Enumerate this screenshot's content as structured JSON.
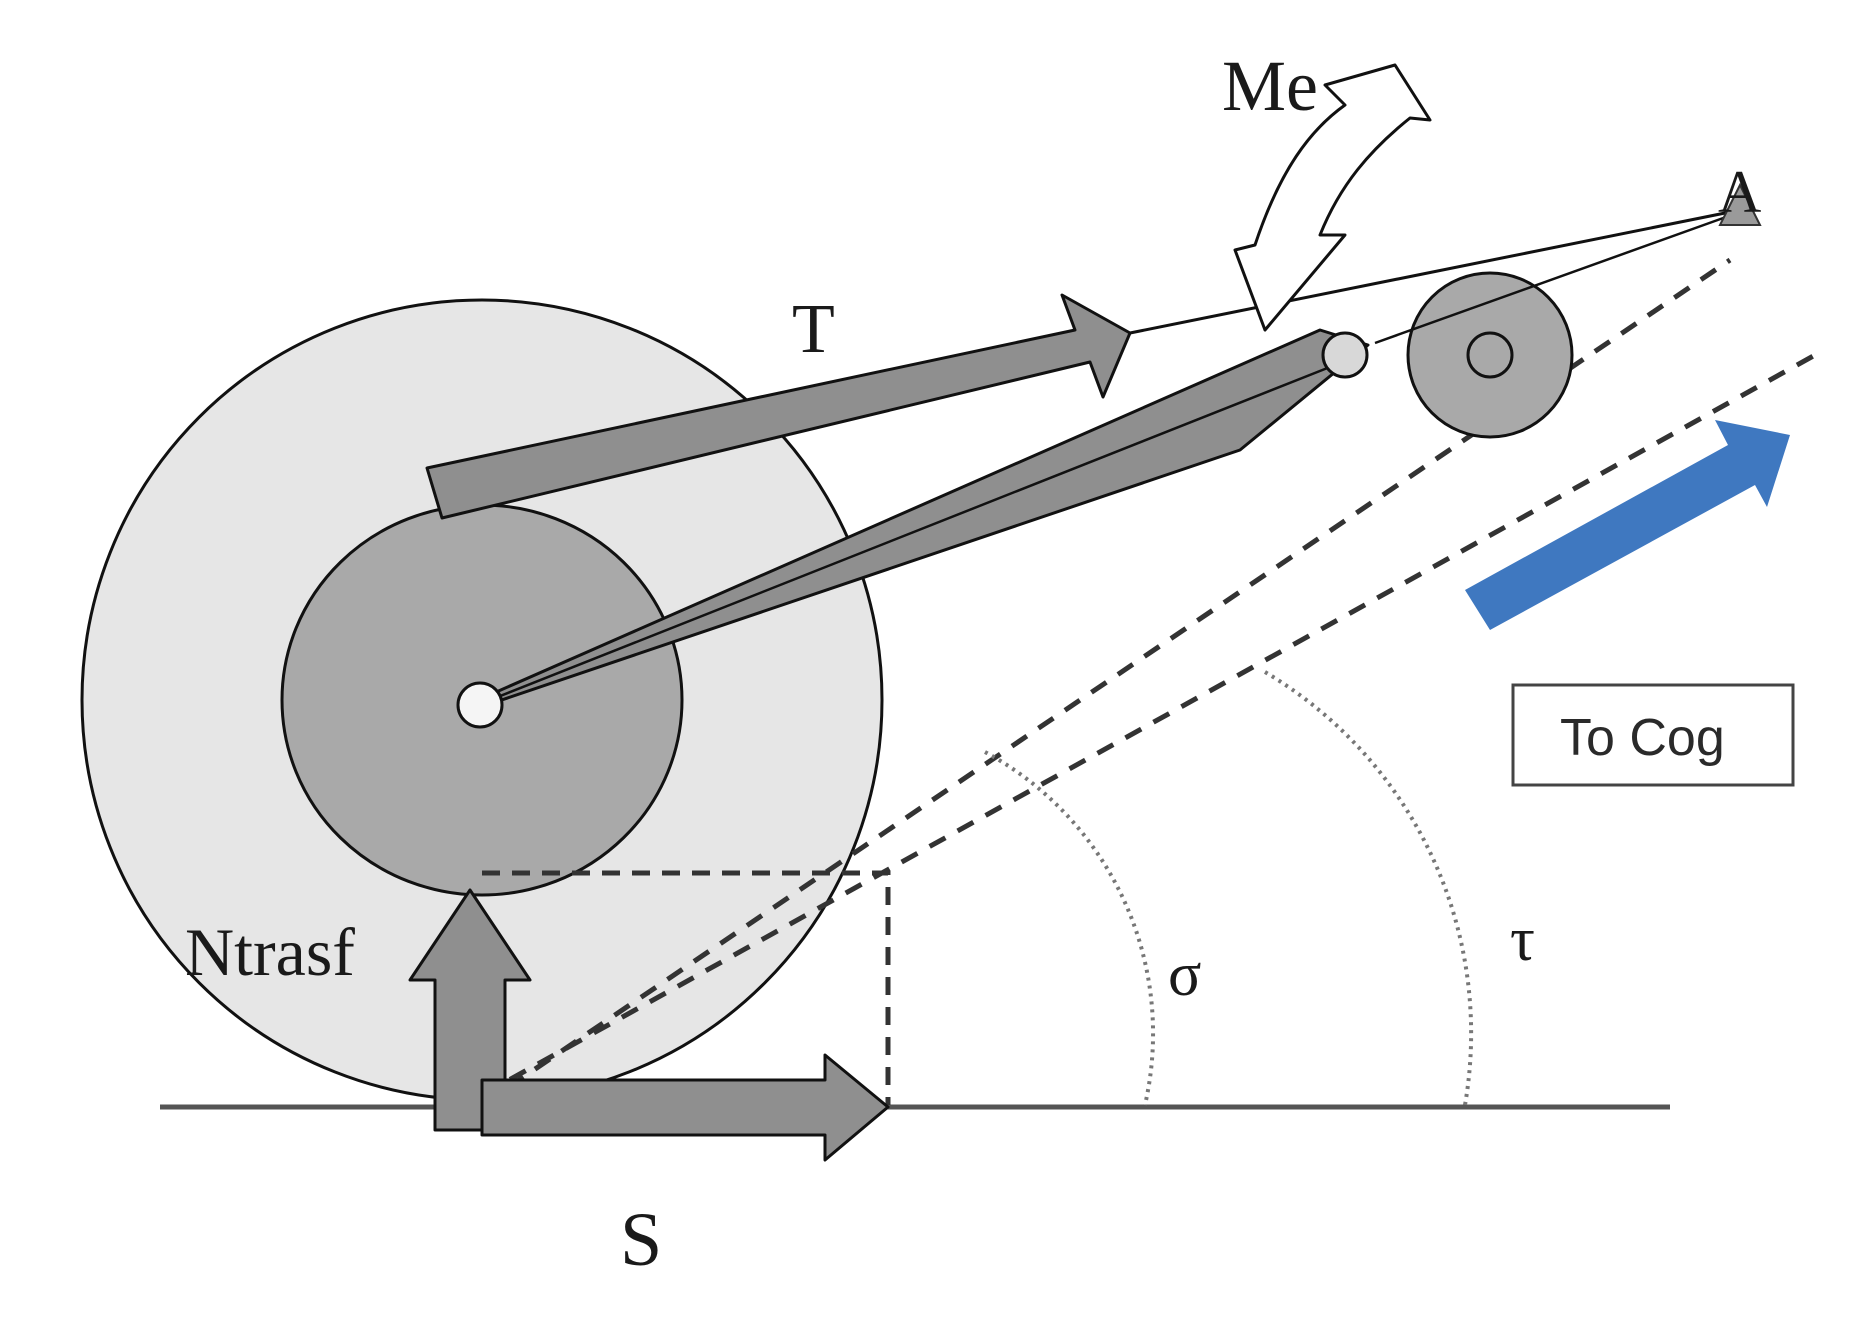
{
  "labels": {
    "torque": "Me",
    "chain_tension": "T",
    "point": "A",
    "normal_force": "Ntrasf",
    "friction_force": "S",
    "angle_sigma": "σ",
    "angle_tau": "τ",
    "cog_box": "To Cog"
  },
  "colors": {
    "tire": "#e6e6e6",
    "hub": "#a9a9a9",
    "arrow_fill": "#8f8f8f",
    "cog_arrow": "#3f78c0",
    "outline": "#111111"
  }
}
